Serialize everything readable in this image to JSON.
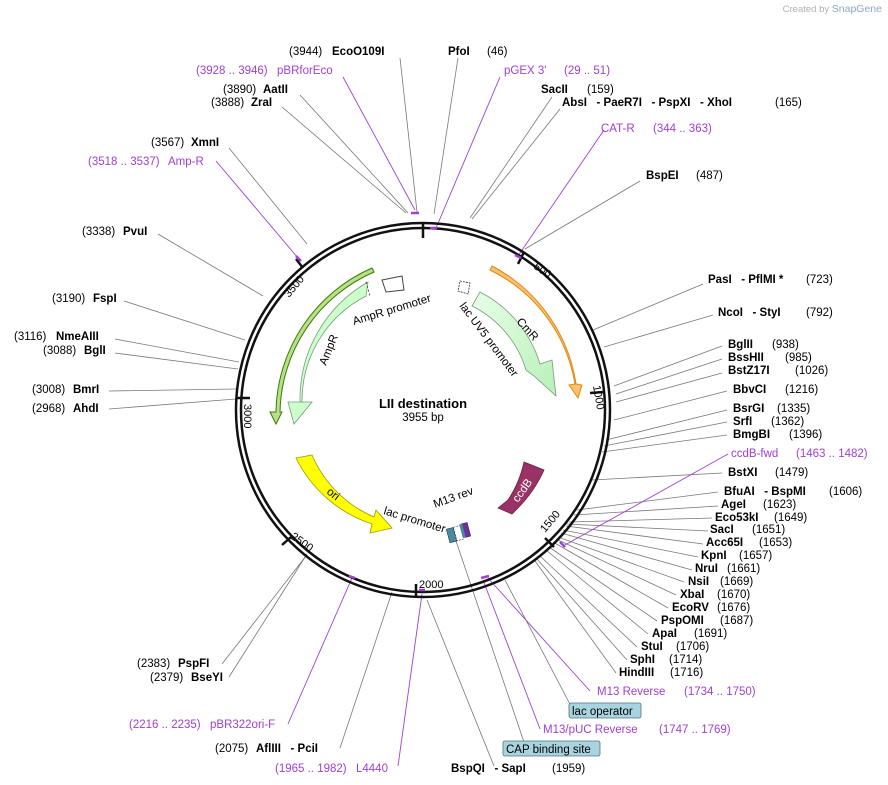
{
  "branding": {
    "created_by": "Created by",
    "product": "SnapGene"
  },
  "plasmid": {
    "name": "LII destination",
    "size": "3955 bp"
  },
  "ticks": [
    "500",
    "1000",
    "1500",
    "2000",
    "2500",
    "3000",
    "3500"
  ],
  "enzymes": [
    {
      "name": "EcoO109I",
      "pos": "(3944)"
    },
    {
      "name": "PfoI",
      "pos": "(46)"
    },
    {
      "name": "AatII",
      "pos": "(3890)"
    },
    {
      "name": "ZraI",
      "pos": "(3888)"
    },
    {
      "name": "SacII",
      "pos": "(159)"
    },
    {
      "name": "AbsI   - PaeR7I   - PspXI   - XhoI",
      "pos": "(165)"
    },
    {
      "name": "XmnI",
      "pos": "(3567)"
    },
    {
      "name": "BspEI",
      "pos": "(487)"
    },
    {
      "name": "PvuI",
      "pos": "(3338)"
    },
    {
      "name": "PasI   - PflMI *",
      "pos": "(723)"
    },
    {
      "name": "FspI",
      "pos": "(3190)"
    },
    {
      "name": "NcoI   - StyI",
      "pos": "(792)"
    },
    {
      "name": "NmeAIII",
      "pos": "(3116)"
    },
    {
      "name": "BglI",
      "pos": "(3088)"
    },
    {
      "name": "BglII",
      "pos": "(938)"
    },
    {
      "name": "BssHII",
      "pos": "(985)"
    },
    {
      "name": "BstZ17I",
      "pos": "(1026)"
    },
    {
      "name": "BmrI",
      "pos": "(3008)"
    },
    {
      "name": "AhdI",
      "pos": "(2968)"
    },
    {
      "name": "BbvCI",
      "pos": "(1216)"
    },
    {
      "name": "BsrGI",
      "pos": "(1335)"
    },
    {
      "name": "SrfI",
      "pos": "(1362)"
    },
    {
      "name": "BmgBI",
      "pos": "(1396)"
    },
    {
      "name": "BstXI",
      "pos": "(1479)"
    },
    {
      "name": "BfuAI   - BspMI",
      "pos": "(1606)"
    },
    {
      "name": "AgeI",
      "pos": "(1623)"
    },
    {
      "name": "Eco53kI",
      "pos": "(1649)"
    },
    {
      "name": "SacI",
      "pos": "(1651)"
    },
    {
      "name": "Acc65I",
      "pos": "(1653)"
    },
    {
      "name": "KpnI",
      "pos": "(1657)"
    },
    {
      "name": "NruI",
      "pos": "(1661)"
    },
    {
      "name": "NsiI",
      "pos": "(1669)"
    },
    {
      "name": "XbaI",
      "pos": "(1670)"
    },
    {
      "name": "EcoRV",
      "pos": "(1676)"
    },
    {
      "name": "PspOMI",
      "pos": "(1687)"
    },
    {
      "name": "ApaI",
      "pos": "(1691)"
    },
    {
      "name": "StuI",
      "pos": "(1706)"
    },
    {
      "name": "SphI",
      "pos": "(1714)"
    },
    {
      "name": "HindIII",
      "pos": "(1716)"
    },
    {
      "name": "PspFI",
      "pos": "(2383)"
    },
    {
      "name": "BseYI",
      "pos": "(2379)"
    },
    {
      "name": "AflIII   - PciI",
      "pos": "(2075)"
    },
    {
      "name": "BspQI   - SapI",
      "pos": "(1959)"
    }
  ],
  "primers": [
    {
      "name": "pBRforEco",
      "range": "(3928 .. 3946)"
    },
    {
      "name": "pGEX 3'",
      "range": "(29 .. 51)"
    },
    {
      "name": "CAT-R",
      "range": "(344 .. 363)"
    },
    {
      "name": "Amp-R",
      "range": "(3518 .. 3537)"
    },
    {
      "name": "ccdB-fwd",
      "range": "(1463 .. 1482)"
    },
    {
      "name": "M13 Reverse",
      "range": "(1734 .. 1750)"
    },
    {
      "name": "M13/pUC Reverse",
      "range": "(1747 .. 1769)"
    },
    {
      "name": "pBR322ori-F",
      "range": "(2216 .. 2235)"
    },
    {
      "name": "L4440",
      "range": "(1965 .. 1982)"
    }
  ],
  "boxed_features": [
    "lac operator",
    "CAP binding site"
  ],
  "features": {
    "cmr": "CmR",
    "lac_uv5_promoter": "lac UV5 promoter",
    "ampr_promoter": "AmpR promoter",
    "ampr": "AmpR",
    "ori": "ori",
    "ccdb": "ccdB",
    "m13_rev": "M13 rev",
    "lac_promoter": "lac promoter"
  },
  "colors": {
    "backbone": "#111111",
    "primer": "#a040d0",
    "cmr_fill": "#ccffcc",
    "cmr_outline": "#f0a030",
    "ampr_fill": "#ccffcc",
    "ampr_outline": "#559900",
    "ori_fill": "#ffff00",
    "ccdb_fill": "#993366",
    "box_fill": "#a8d4e0",
    "leader": "#777777"
  }
}
